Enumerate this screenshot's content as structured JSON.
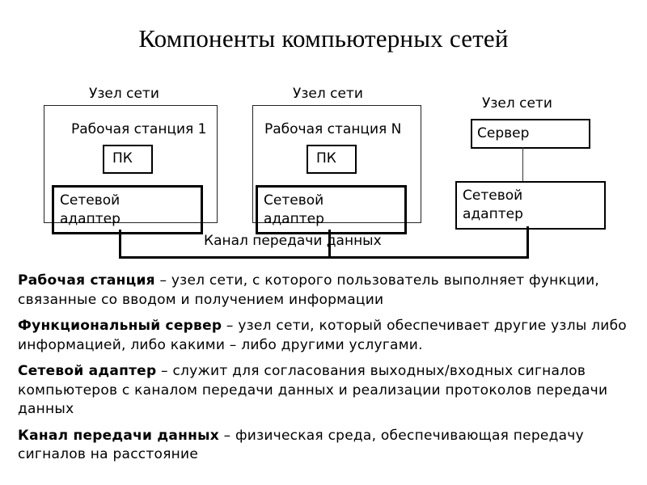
{
  "title": "Компоненты компьютерных сетей",
  "diagram": {
    "nodes": [
      {
        "node_label": "Узел сети",
        "station": "Рабочая станция 1",
        "pc": "ПК",
        "adapter": "Сетевой адаптер"
      },
      {
        "node_label": "Узел сети",
        "station": "Рабочая станция N",
        "pc": "ПК",
        "adapter": "Сетевой адаптер"
      },
      {
        "node_label": "Узел сети",
        "server": "Сервер",
        "adapter": "Сетевой адаптер"
      }
    ],
    "channel_label": "Канал передачи данных"
  },
  "definitions": [
    {
      "term": "Рабочая станция",
      "text": " – узел сети, с которого пользователь выполняет функции, связанные со вводом и получением информации"
    },
    {
      "term": "Функциональный сервер",
      "text": " – узел сети, который обеспечивает другие узлы либо информацией, либо какими – либо другими услугами."
    },
    {
      "term": "Сетевой адаптер",
      "text": " – служит для согласования выходных/входных сигналов компьютеров с каналом передачи данных и реализации протоколов передачи данных"
    },
    {
      "term": "Канал передачи данных",
      "text": " – физическая среда, обеспечивающая передачу сигналов на расстояние"
    }
  ]
}
